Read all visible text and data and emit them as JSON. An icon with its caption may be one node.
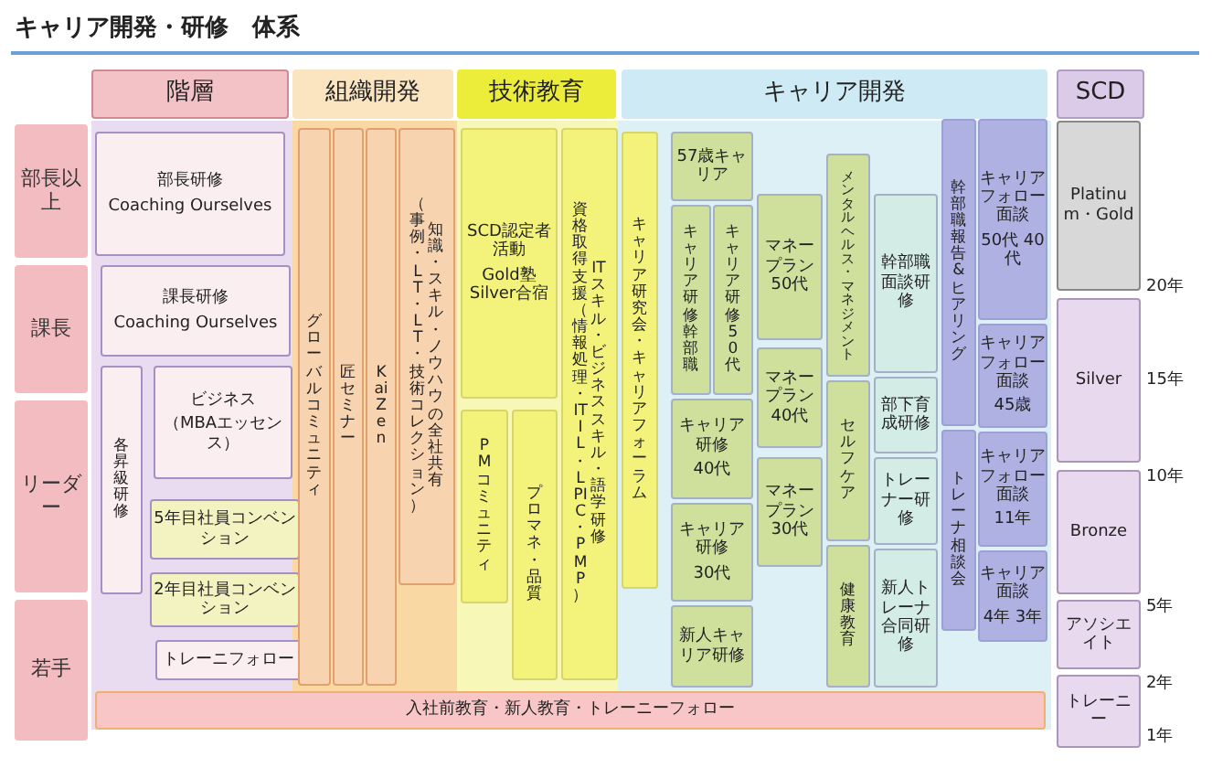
{
  "diagram": {
    "title": "キャリア開発・研修　体系",
    "nodes": [
      {
        "text": [
          "階層"
        ]
      },
      {
        "text": [
          "組織開発"
        ]
      },
      {
        "text": [
          "技術教育"
        ]
      },
      {
        "text": [
          "キャリア開発"
        ]
      },
      {
        "text": [
          "SCD"
        ]
      },
      {
        "text": [
          "部長以上"
        ]
      },
      {
        "text": [
          "課長"
        ]
      },
      {
        "text": [
          "リーダー"
        ]
      },
      {
        "text": [
          "若手"
        ]
      },
      {
        "text": [
          "部長研修",
          "Coaching Ourselves"
        ]
      },
      {
        "text": [
          "課長研修",
          "Coaching Ourselves"
        ]
      },
      {
        "text": [
          "各昇級研修"
        ]
      },
      {
        "text": [
          "ビジネス",
          "（MBAエッセンス）"
        ]
      },
      {
        "text": [
          "5年目社員コンベンション"
        ]
      },
      {
        "text": [
          "2年目社員コンベンション"
        ]
      },
      {
        "text": [
          "トレーニフォロー"
        ]
      },
      {
        "text": [
          "グローバルコミュニティ"
        ]
      },
      {
        "text": [
          "匠セミナー"
        ]
      },
      {
        "text": [
          "KaiZen"
        ]
      },
      {
        "text": [
          "（事例・LT・LT・技術コレクション）",
          "知識・スキル・ノウハウの全社共有"
        ]
      },
      {
        "text": [
          "SCD認定者活動",
          "Gold塾 Silver合宿"
        ]
      },
      {
        "text": [
          "PMコミュニティ"
        ]
      },
      {
        "text": [
          "プロマネ・品質"
        ]
      },
      {
        "text": [
          "資格取得支援（情報処理・ITIL・LPIC・PMP）",
          "ITスキル・ビジネススキル・語学研修"
        ]
      },
      {
        "text": [
          "キャリア研究会・キャリアフォーラム"
        ]
      },
      {
        "text": [
          "57歳キャリア"
        ]
      },
      {
        "text": [
          "キャリア研修幹部職"
        ]
      },
      {
        "text": [
          "キャリア研修50代"
        ]
      },
      {
        "text": [
          "キャリア研修",
          "40代"
        ]
      },
      {
        "text": [
          "キャリア研修",
          "30代"
        ]
      },
      {
        "text": [
          "新人キャリア研修"
        ]
      },
      {
        "text": [
          "マネープラン50代"
        ]
      },
      {
        "text": [
          "マネープラン40代"
        ]
      },
      {
        "text": [
          "マネープラン30代"
        ]
      },
      {
        "text": [
          "メンタルヘルス・マネジメント"
        ]
      },
      {
        "text": [
          "セルフケア"
        ]
      },
      {
        "text": [
          "健康教育"
        ]
      },
      {
        "text": [
          "幹部職面談研修"
        ]
      },
      {
        "text": [
          "部下育成研修"
        ]
      },
      {
        "text": [
          "トレーナー研修"
        ]
      },
      {
        "text": [
          "新人トレーナ合同研修"
        ]
      },
      {
        "text": [
          "幹部職報告&ヒアリング"
        ]
      },
      {
        "text": [
          "トレーナ相談会"
        ]
      },
      {
        "text": [
          "キャリアフォロー面談",
          "50代 40代"
        ]
      },
      {
        "text": [
          "キャリアフォロー面談",
          "45歳"
        ]
      },
      {
        "text": [
          "キャリアフォロー面談",
          "11年"
        ]
      },
      {
        "text": [
          "キャリア面談",
          "4年 3年"
        ]
      },
      {
        "text": [
          "Platinum・Gold"
        ]
      },
      {
        "text": [
          "Silver"
        ]
      },
      {
        "text": [
          "Bronze"
        ]
      },
      {
        "text": [
          "アソシエイト"
        ]
      },
      {
        "text": [
          "トレーニー"
        ]
      },
      {
        "text": [
          "入社前教育・新人教育・トレーニーフォロー"
        ]
      }
    ],
    "labels": [
      "20年",
      "15年",
      "10年",
      "5年",
      "2年",
      "1年"
    ]
  }
}
